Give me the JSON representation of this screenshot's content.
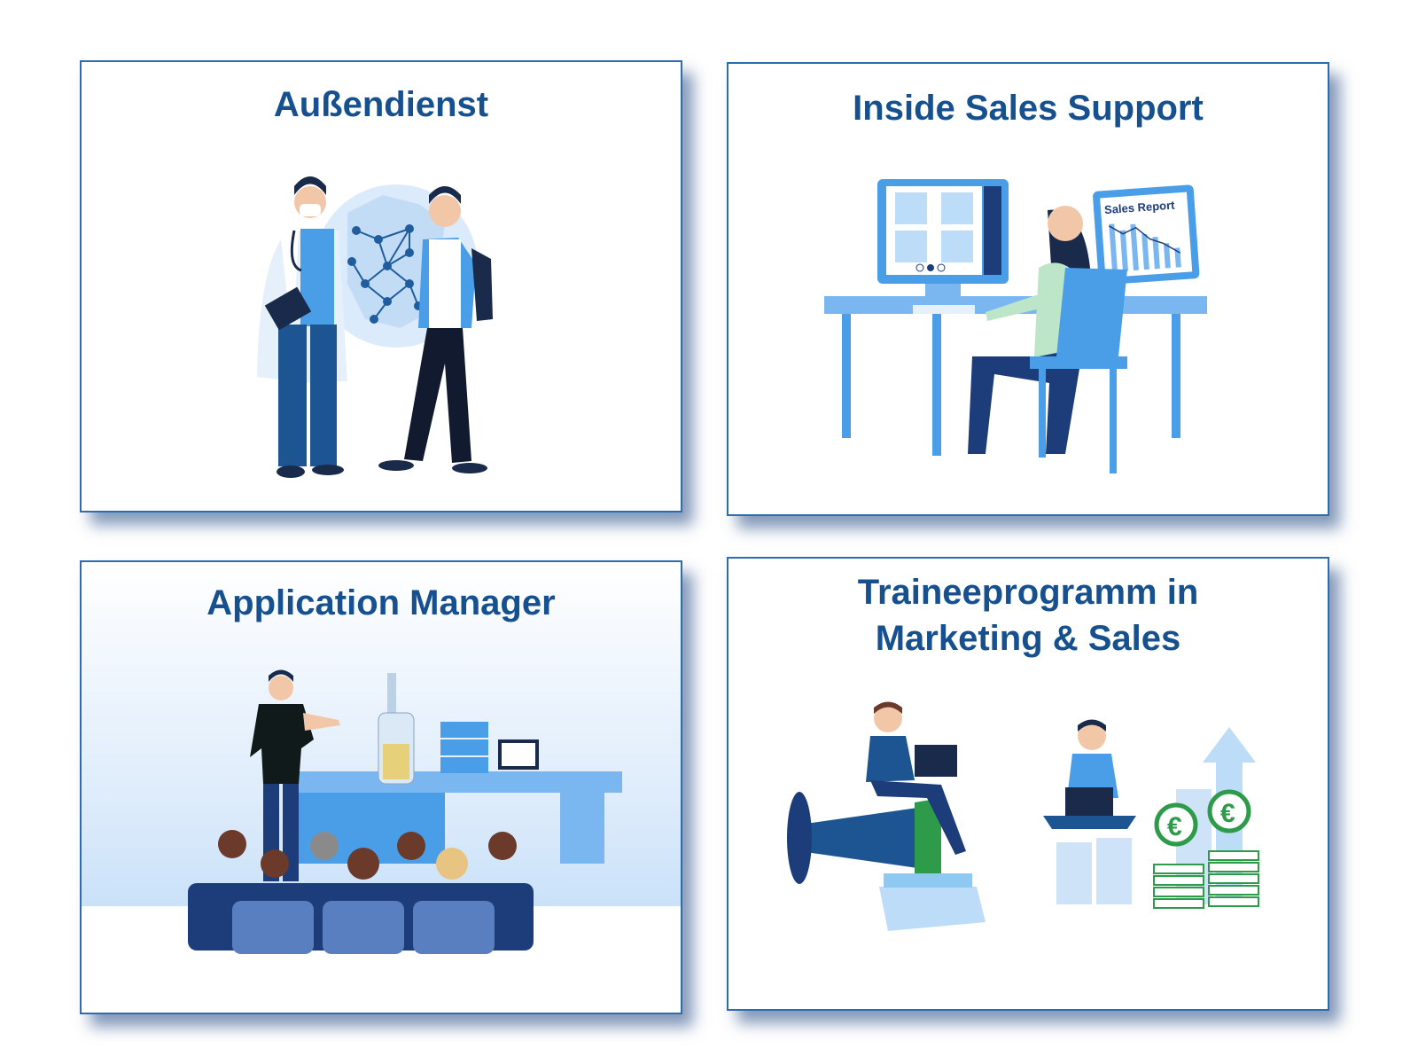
{
  "cards": [
    {
      "title": "Außendienst"
    },
    {
      "title": "Inside Sales Support",
      "report_label": "Sales Report"
    },
    {
      "title": "Application Manager"
    },
    {
      "title_line1": "Traineeprogramm in",
      "title_line2": "Marketing & Sales",
      "currency_symbol": "€"
    }
  ],
  "colors": {
    "title": "#17508f",
    "border": "#2c6cb0",
    "accent_blue": "#4a9ee8",
    "light_blue": "#bcdcf8",
    "navy": "#1d3d7a",
    "green": "#2e9b4b"
  },
  "icons": [
    "map-network-icon",
    "stethoscope-icon",
    "monitor-icon",
    "megaphone-icon",
    "euro-coin-icon",
    "growth-arrow-icon"
  ]
}
